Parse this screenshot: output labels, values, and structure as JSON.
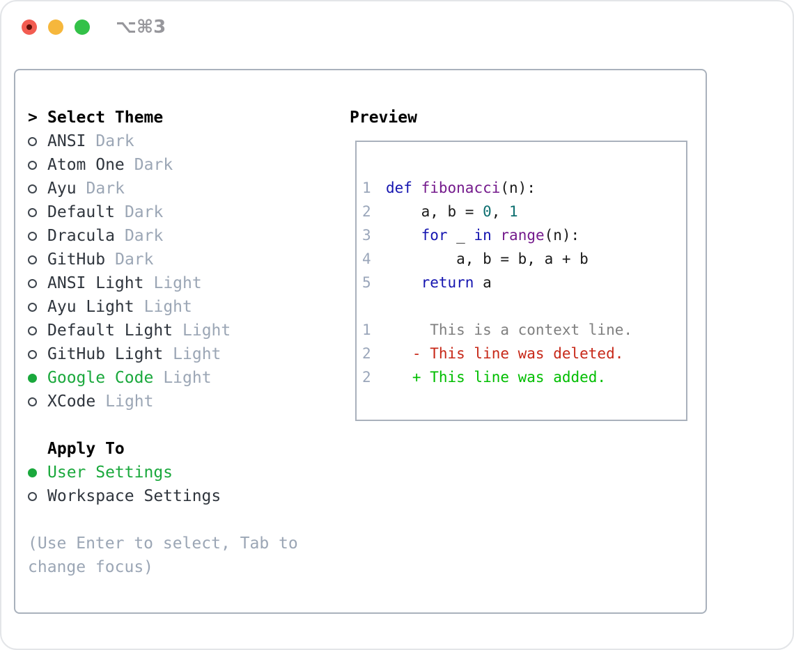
{
  "window": {
    "title": "⌥⌘3",
    "traffic_lights": [
      "close",
      "minimize",
      "zoom"
    ]
  },
  "theme_panel": {
    "header": {
      "prompt": ">",
      "label": "Select Theme"
    },
    "themes": [
      {
        "name": "ANSI",
        "variant": "Dark",
        "selected": false
      },
      {
        "name": "Atom One",
        "variant": "Dark",
        "selected": false
      },
      {
        "name": "Ayu",
        "variant": "Dark",
        "selected": false
      },
      {
        "name": "Default",
        "variant": "Dark",
        "selected": false
      },
      {
        "name": "Dracula",
        "variant": "Dark",
        "selected": false
      },
      {
        "name": "GitHub",
        "variant": "Dark",
        "selected": false
      },
      {
        "name": "ANSI Light",
        "variant": "Light",
        "selected": false
      },
      {
        "name": "Ayu Light",
        "variant": "Light",
        "selected": false
      },
      {
        "name": "Default Light",
        "variant": "Light",
        "selected": false
      },
      {
        "name": "GitHub Light",
        "variant": "Light",
        "selected": false
      },
      {
        "name": "Google Code",
        "variant": "Light",
        "selected": true
      },
      {
        "name": "XCode",
        "variant": "Light",
        "selected": false
      }
    ],
    "apply_to": {
      "label": "Apply To",
      "options": [
        {
          "name": "User Settings",
          "selected": true
        },
        {
          "name": "Workspace Settings",
          "selected": false
        }
      ]
    },
    "footer_lines": [
      "(Use Enter to select, Tab to",
      "change focus)"
    ]
  },
  "preview": {
    "label": "Preview",
    "code_lines": [
      {
        "num": "1",
        "tokens": [
          [
            "def",
            "kwd"
          ],
          [
            " ",
            "pln"
          ],
          [
            "fibonacci",
            "fn"
          ],
          [
            "(n):",
            "pln"
          ]
        ]
      },
      {
        "num": "2",
        "tokens": [
          [
            "    a, b = ",
            "pln"
          ],
          [
            "0",
            "num"
          ],
          [
            ", ",
            "pln"
          ],
          [
            "1",
            "num"
          ]
        ]
      },
      {
        "num": "3",
        "tokens": [
          [
            "    ",
            "pln"
          ],
          [
            "for",
            "kwd"
          ],
          [
            " _ ",
            "pln"
          ],
          [
            "in",
            "kwd"
          ],
          [
            " ",
            "pln"
          ],
          [
            "range",
            "fn"
          ],
          [
            "(n):",
            "pln"
          ]
        ]
      },
      {
        "num": "4",
        "tokens": [
          [
            "        a, b = b, a + b",
            "pln"
          ]
        ]
      },
      {
        "num": "5",
        "tokens": [
          [
            "    ",
            "pln"
          ],
          [
            "return",
            "kwd"
          ],
          [
            " a",
            "pln"
          ]
        ]
      },
      {
        "num": "",
        "tokens": []
      },
      {
        "num": "1",
        "tokens": [
          [
            "     This is a context line.",
            "ctx"
          ]
        ]
      },
      {
        "num": "2",
        "tokens": [
          [
            "   - This line was deleted.",
            "del"
          ]
        ]
      },
      {
        "num": "2",
        "tokens": [
          [
            "   + This line was added.",
            "add"
          ]
        ]
      }
    ]
  },
  "colors": {
    "accent_green": "#1aa83c",
    "muted_gray": "#9ba6b5",
    "line_number": "#9aa6ba",
    "syntax_keyword": "#1515b0",
    "syntax_function": "#741a8c",
    "syntax_number": "#0e6f70",
    "diff_context": "#7f7f7f",
    "diff_deleted": "#c72818",
    "diff_added": "#00be00",
    "traffic_red": "#f25c51",
    "traffic_yellow": "#f6b73c",
    "traffic_green": "#33c148",
    "panel_border": "#a9b1bc"
  }
}
